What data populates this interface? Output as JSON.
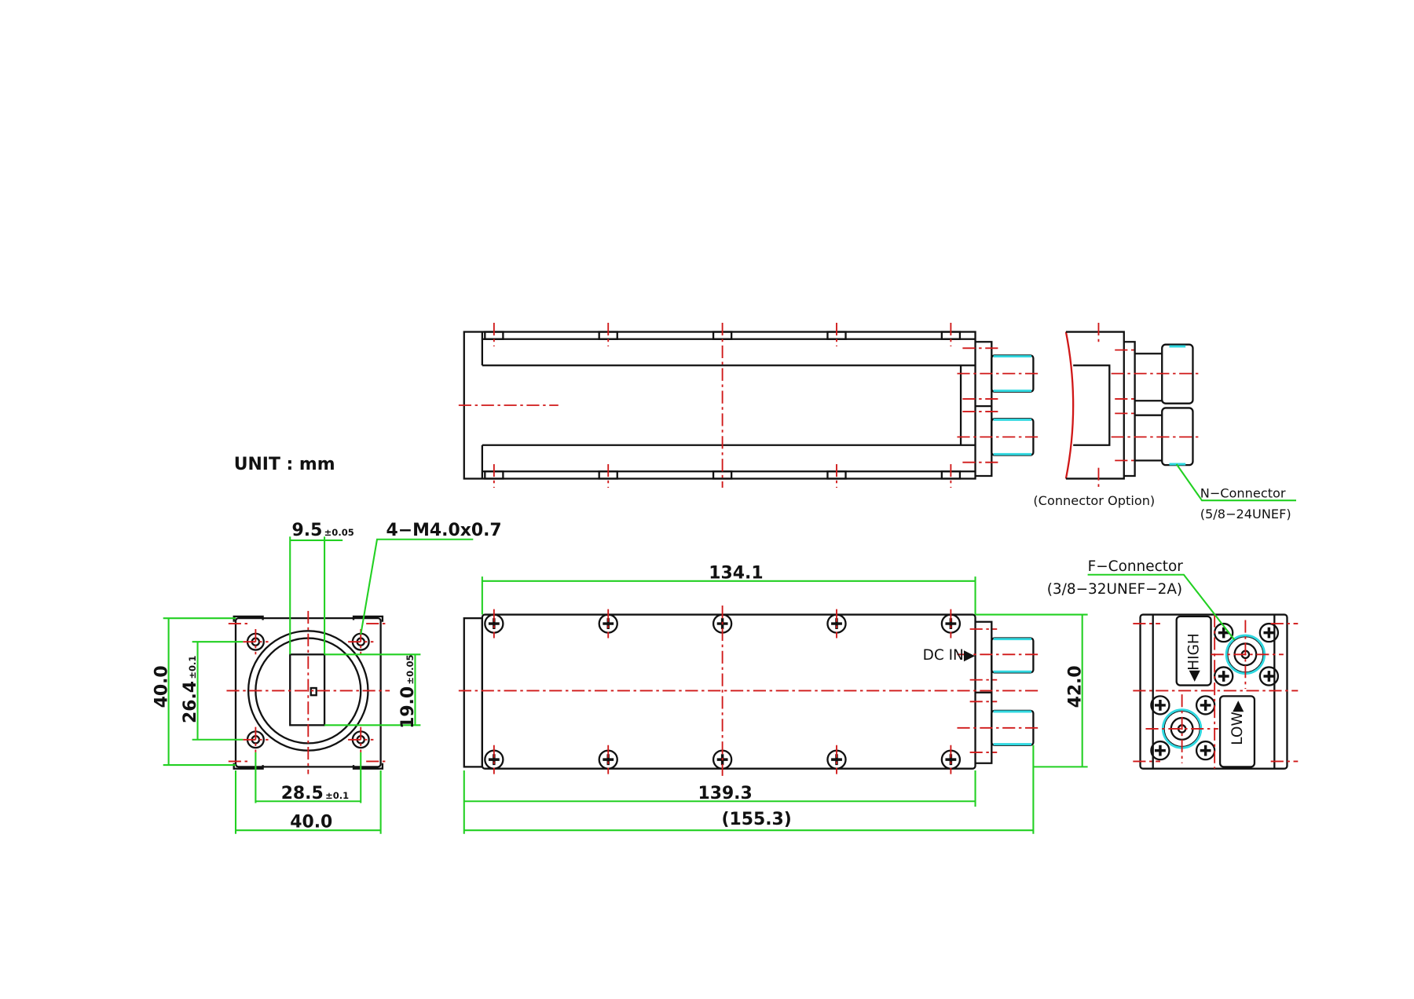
{
  "unit_label": "UNIT  :  mm",
  "front_view": {
    "dim_height": "40.0",
    "dim_hole_v": "26.4",
    "dim_hole_v_tol": "±0.1",
    "dim_slot_v": "19.0",
    "dim_slot_v_tol": "±0.05",
    "dim_slot_w": "9.5",
    "dim_slot_w_tol": "±0.05",
    "thread_callout": "4−M4.0x0.7",
    "dim_hole_h": "28.5",
    "dim_hole_h_tol": "±0.1",
    "dim_width": "40.0"
  },
  "side_view": {
    "dim_inner_length": "134.1",
    "dim_body_length": "139.3",
    "dim_total_length": "(155.3)",
    "dim_height": "42.0",
    "dc_in_label": "DC IN▶"
  },
  "connector_option": {
    "caption": "(Connector  Option)",
    "n_connector": "N−Connector",
    "n_connector_spec": "(5/8−24UNEF)"
  },
  "end_view": {
    "f_connector": "F−Connector",
    "f_connector_spec": "(3/8−32UNEF−2A)",
    "high_label": "◀HIGH",
    "low_label": "LOW▶"
  },
  "colors": {
    "outline": "#111111",
    "centerline": "#d01818",
    "dimension": "#22d022",
    "thread": "#30d8e0"
  }
}
